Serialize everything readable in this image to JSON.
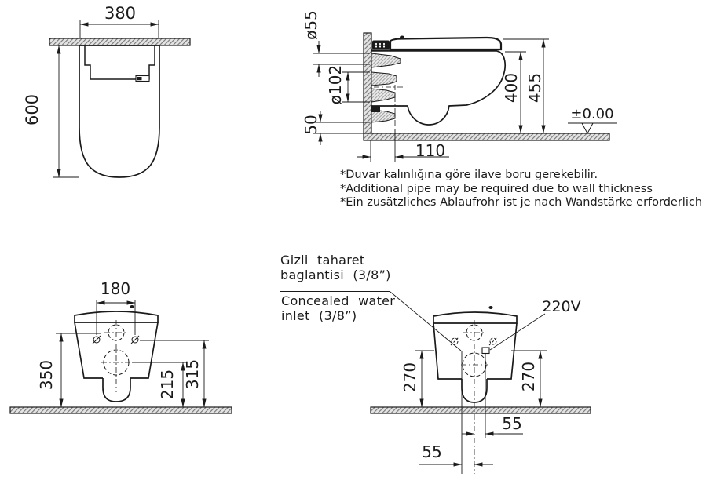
{
  "dims": {
    "plan_width": "380",
    "plan_depth": "600",
    "inlet_pipe_dia": "ø55",
    "drain_pipe_dia": "ø102",
    "drain_floor_offset": "50",
    "wall_to_drain": "110",
    "rim_height": "400",
    "lid_height": "455",
    "floor_level": "±0.00",
    "hole_spacing": "180",
    "inlet_height": "350",
    "drain_center_height": "215",
    "hole_height": "315",
    "left_height": "270",
    "right_height": "270",
    "offset_right": "55",
    "offset_left": "55",
    "power": "220V"
  },
  "labels": {
    "water_inlet_tr_1": "Gizli  taharet",
    "water_inlet_tr_2": "baglantisi  (3/8”)",
    "water_inlet_en_1": "Concealed  water",
    "water_inlet_en_2": "inlet  (3/8”)"
  },
  "notes": [
    "*Duvar kalınlığına göre ilave boru gerekebilir.",
    "*Additional pipe may be required due to wall thickness",
    "*Ein zusätzliches Ablaufrohr ist je nach Wandstärke erforderlich"
  ],
  "colors": {
    "line": "#1a1a1a",
    "hatch": "#7a7a7a",
    "background": "#ffffff"
  }
}
